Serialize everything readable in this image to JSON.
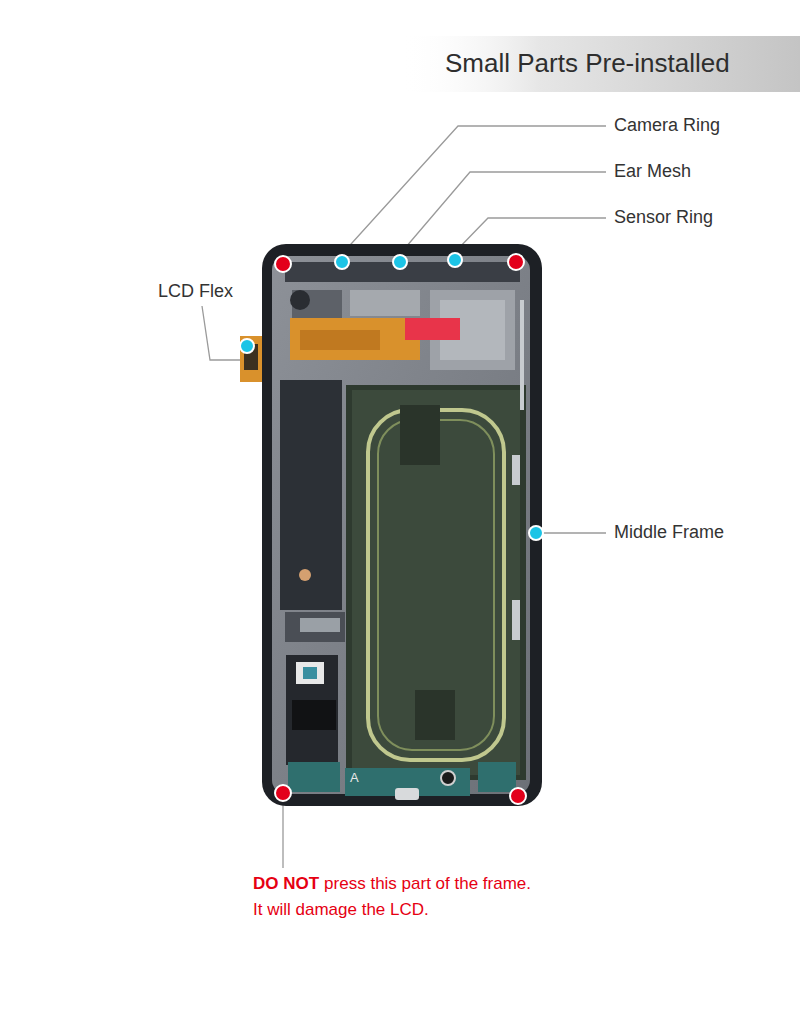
{
  "diagram": {
    "title": "Small Parts Pre-installed",
    "labels": [
      "Camera Ring",
      "Ear Mesh",
      "Sensor Ring",
      "LCD Flex",
      "Middle Frame",
      "A",
      "DO NOT",
      "press this part of the frame.",
      "It will damage the LCD."
    ]
  }
}
